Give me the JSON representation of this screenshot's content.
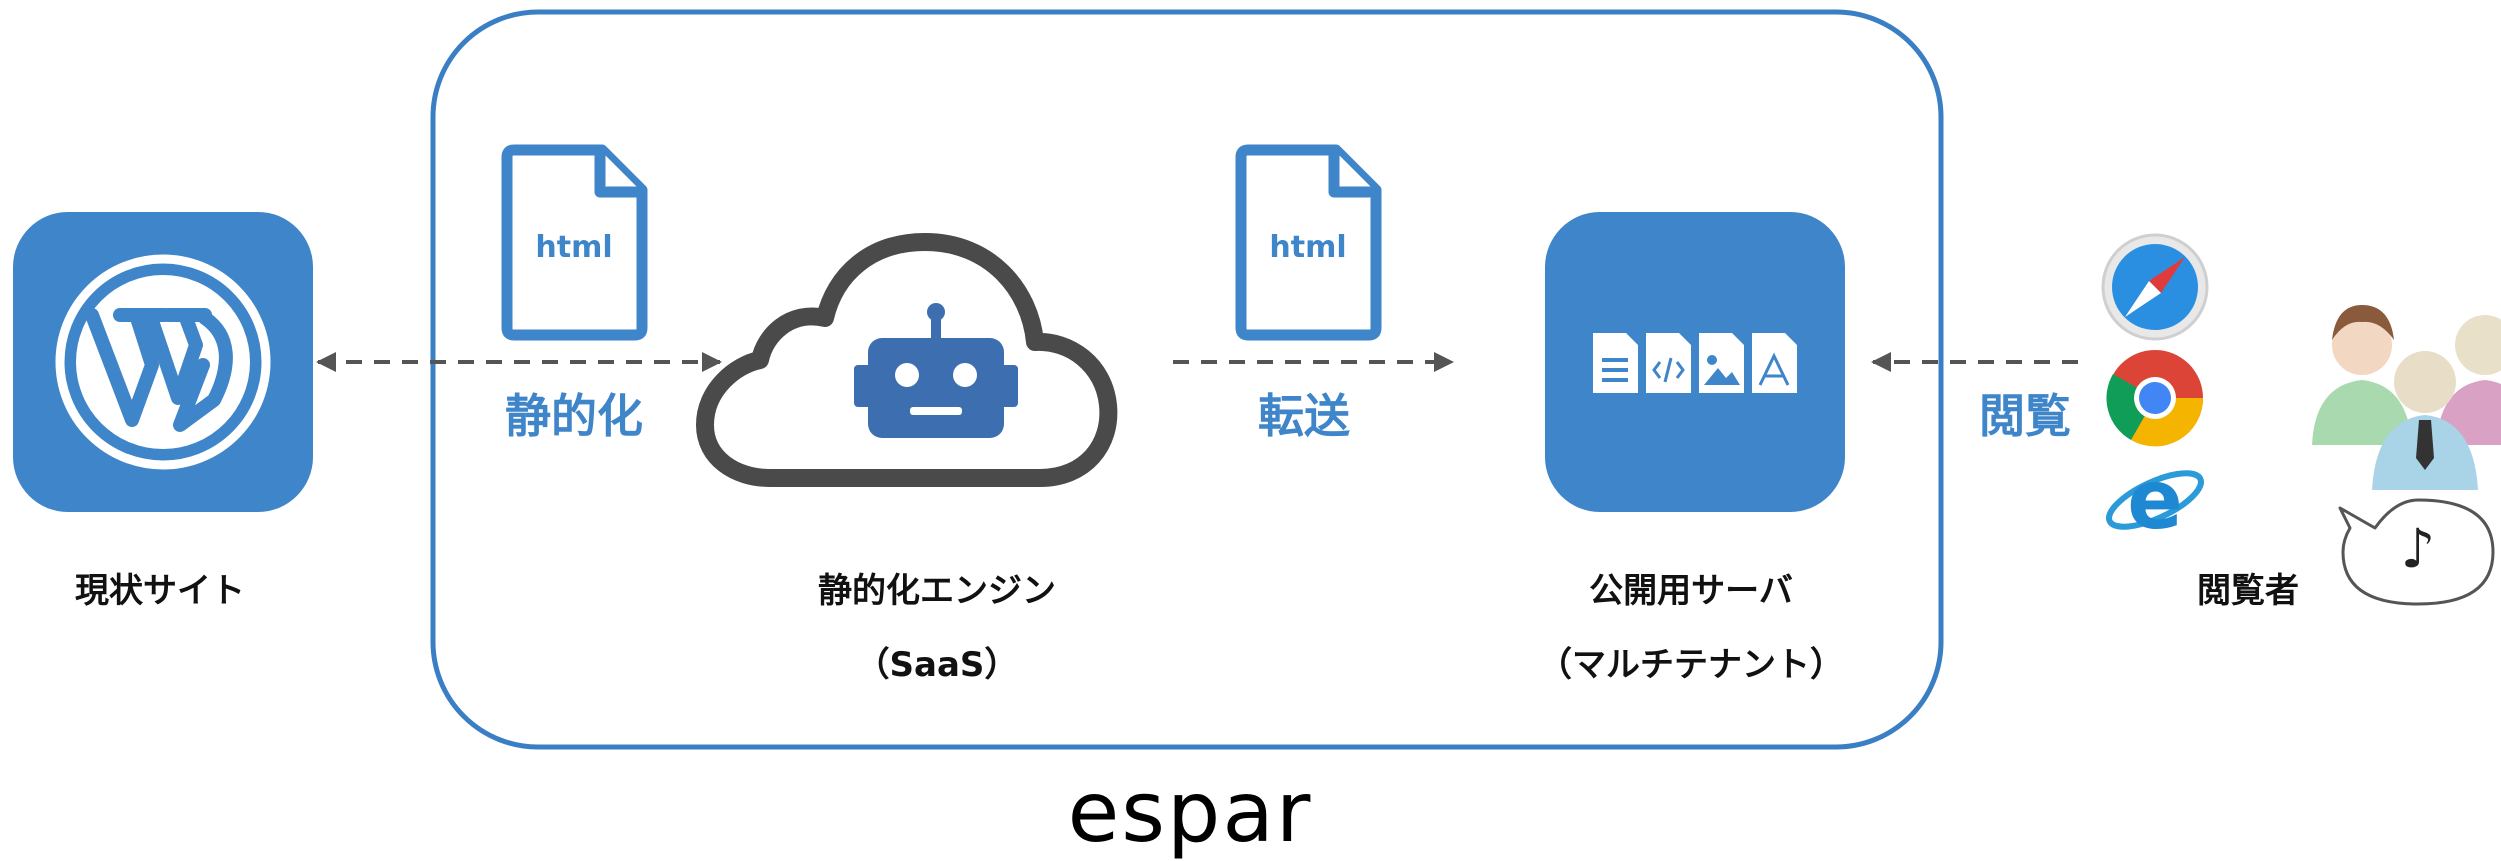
{
  "labels": {
    "current_site": "現状サイト",
    "engine_line1": "静的化エンジン",
    "engine_line2": "（SaaS）",
    "server_line1": "公開用サーバ",
    "server_line2": "（マルチテナント）",
    "viewer": "閲覧者"
  },
  "flows": {
    "static_conversion": "静的化",
    "transfer": "転送",
    "browse": "閲覧"
  },
  "file_icons": {
    "left": "html",
    "right": "html"
  },
  "brand": "espar",
  "music_note": "♪",
  "colors": {
    "accent": "#3f85c9",
    "box_border": "#3a7fc4",
    "arrow": "#555555",
    "cloud_outline": "#4a4a4a",
    "robot": "#3d6fb0",
    "text": "#111111"
  },
  "icons": {
    "wordpress": "wordpress-icon",
    "cloud": "cloud-icon",
    "robot": "robot-icon",
    "server_files": [
      "document-icon",
      "code-icon",
      "image-icon",
      "pdf-icon"
    ],
    "browsers": [
      "safari-icon",
      "chrome-icon",
      "ie-icon"
    ],
    "people": "people-icon",
    "speech": "speech-bubble-icon"
  }
}
